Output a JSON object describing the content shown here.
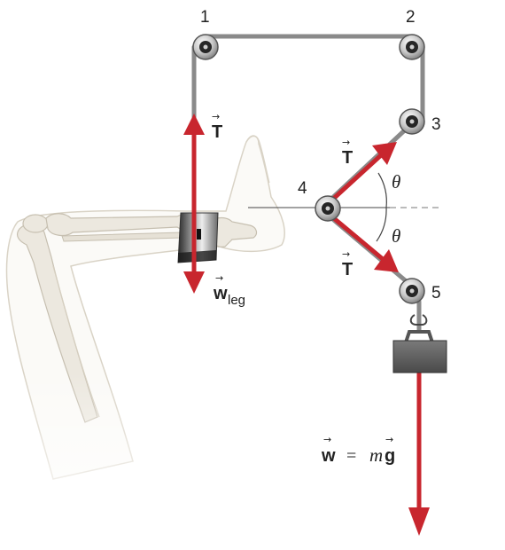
{
  "diagram": {
    "pulley_labels": [
      "1",
      "2",
      "3",
      "4",
      "5"
    ],
    "tension_label": "T",
    "weight_leg_symbol": "w",
    "weight_leg_subscript": "leg",
    "angle_symbol": "θ",
    "weight_equation": {
      "lhs": "w",
      "equals": "=",
      "mass": "m",
      "gravity": "g"
    },
    "vector_marker": "→",
    "colors": {
      "rope": "#8a8a8a",
      "arrow": "#c8262e",
      "pulley_outer": "#9c9c9c",
      "pulley_inner": "#262626",
      "weight": "#5d5d5d",
      "bone": "#e9e5dc",
      "leg_outline": "#cfc8b9"
    },
    "icons": [
      "pulley-icon",
      "weight-block-icon",
      "leg-skeleton-illustration"
    ]
  }
}
